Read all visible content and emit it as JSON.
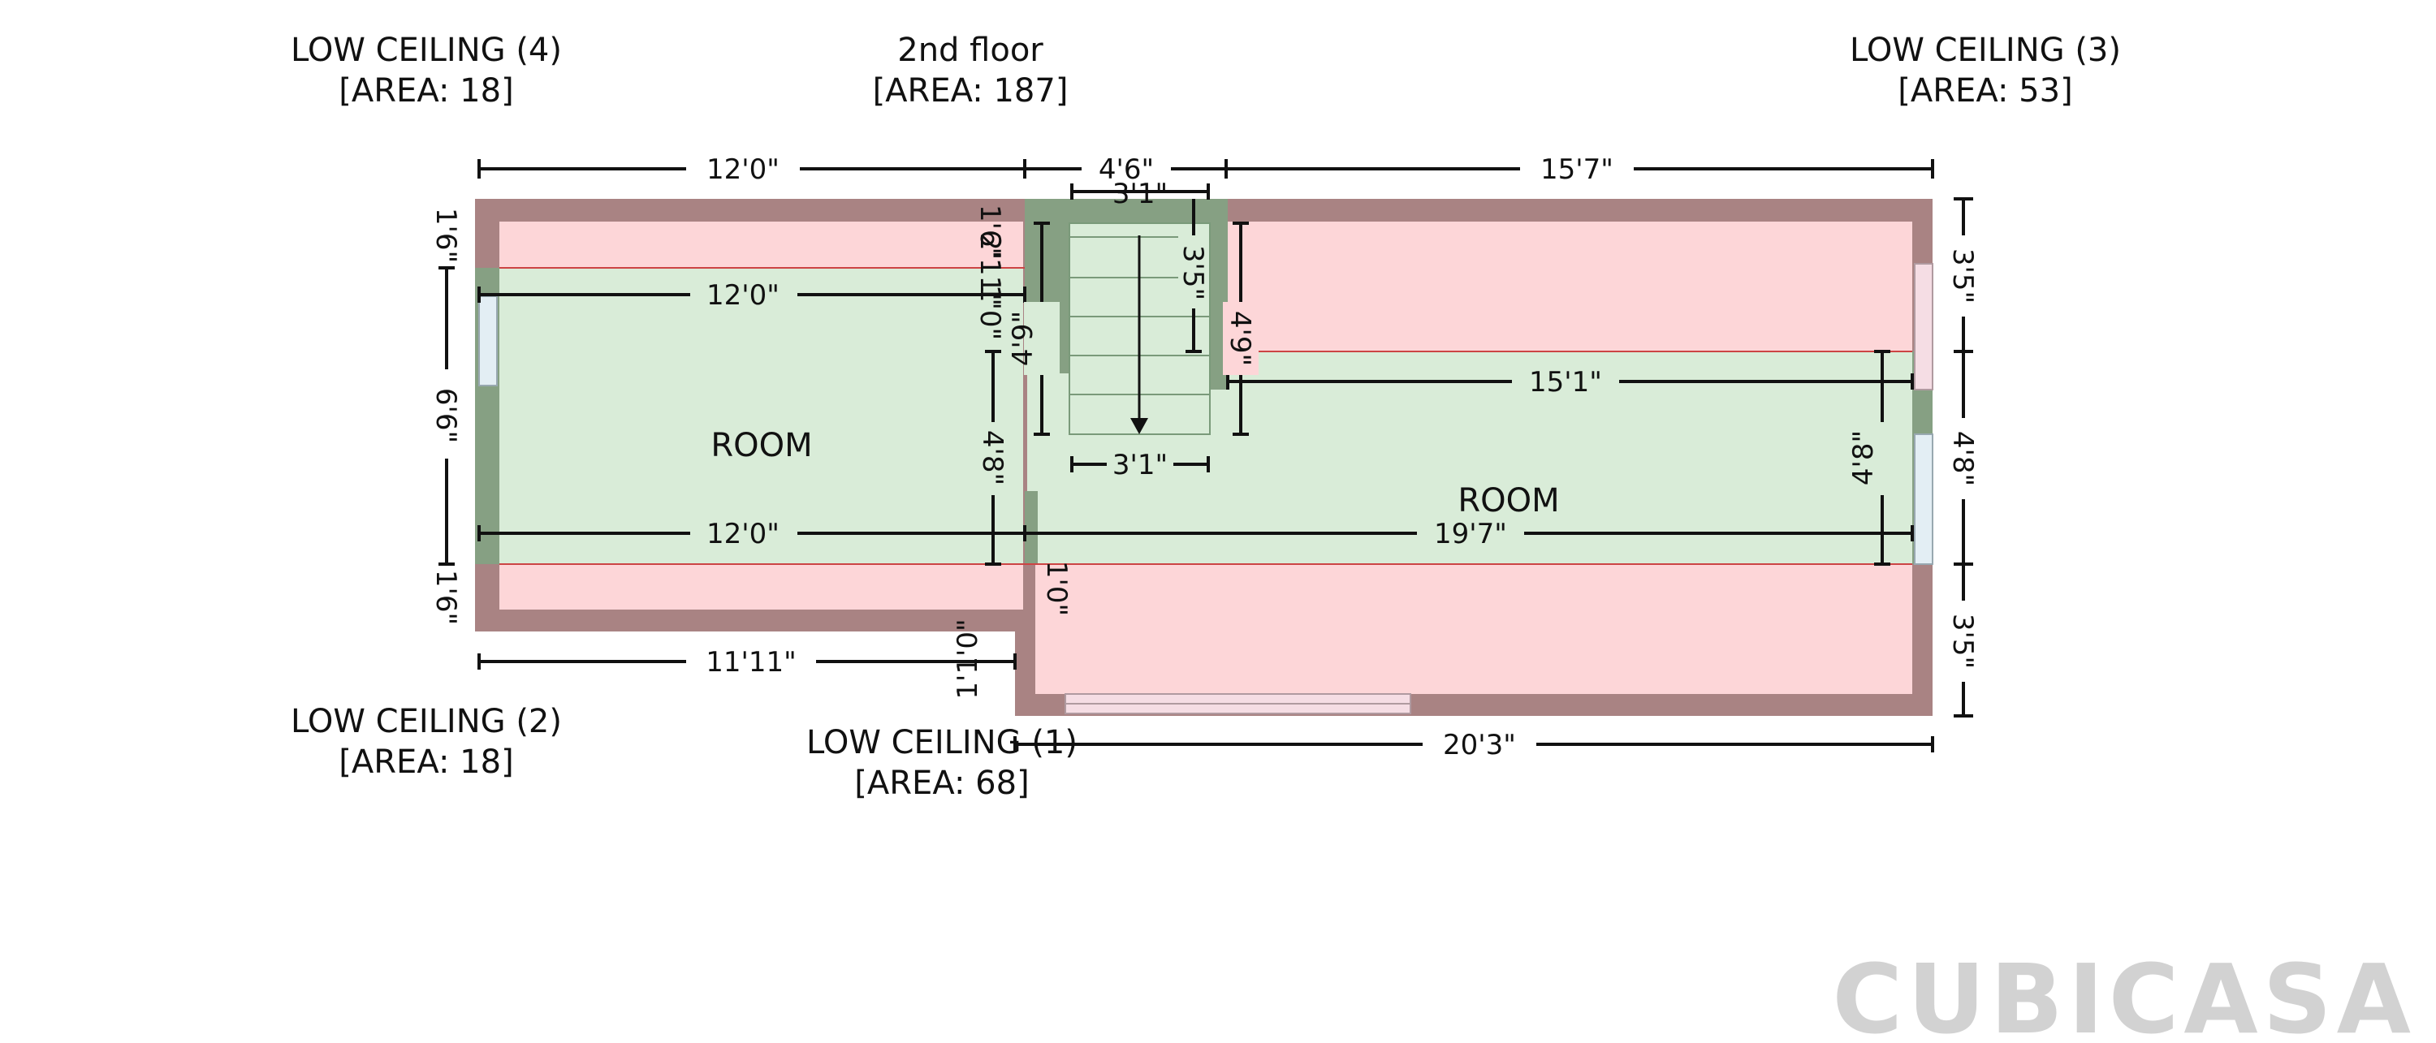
{
  "floor": {
    "name": "2nd floor",
    "area": "[AREA: 187]"
  },
  "zones": [
    {
      "key": "lc4",
      "name": "LOW CEILING (4)",
      "area": "[AREA: 18]"
    },
    {
      "key": "lc3",
      "name": "LOW CEILING (3)",
      "area": "[AREA: 53]"
    },
    {
      "key": "lc2",
      "name": "LOW CEILING (2)",
      "area": "[AREA: 18]"
    },
    {
      "key": "lc1",
      "name": "LOW CEILING (1)",
      "area": "[AREA: 68]"
    }
  ],
  "rooms": [
    {
      "key": "left",
      "name": "ROOM"
    },
    {
      "key": "right",
      "name": "ROOM"
    }
  ],
  "dimensions": {
    "top_left": "12'0\"",
    "top_mid": "4'6\"",
    "top_right": "15'7\"",
    "stair_top": "3'1\"",
    "stair_bottom": "3'1\"",
    "stair_side": "3'5\"",
    "left_upper": "12'0\"",
    "left_lower": "12'0\"",
    "bottom_left": "11'11\"",
    "bottom_right": "20'3\"",
    "right_room_width": "15'1\"",
    "right_room_lower": "19'7\"",
    "left_side_top": "1'6\"",
    "left_side_mid": "6'6\"",
    "left_side_bottom": "1'6\"",
    "right_side_top": "3'5\"",
    "right_side_mid": "4'8\"",
    "right_side_bottom": "3'5\"",
    "stair_left_height": "4'9\"",
    "stair_right_height": "4'9\"",
    "mid_height": "4'8\"",
    "right_inner_height": "4'8\"",
    "small_a": "1'6\"",
    "small_b": "2'11\"",
    "small_c": "1'0\"",
    "notch_a": "1'0\"",
    "notch_b": "1'1'0\""
  },
  "watermark": "CUBICASA"
}
